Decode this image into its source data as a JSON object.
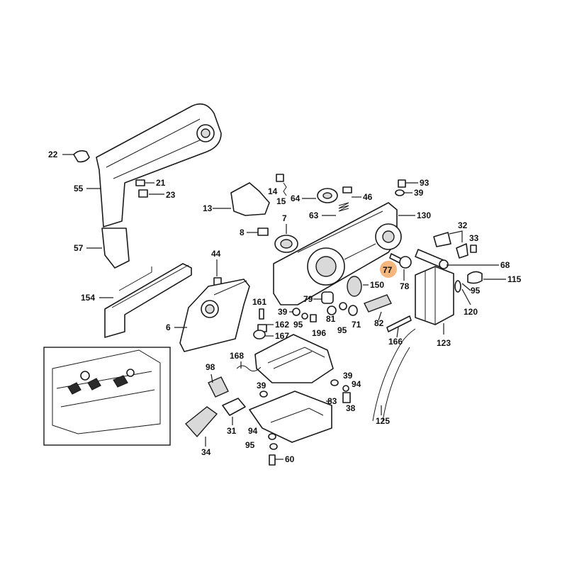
{
  "highlight": {
    "label": "77",
    "color": "#f5b77d"
  },
  "labels": {
    "l22": "22",
    "l55": "55",
    "l21": "21",
    "l23": "23",
    "l57": "57",
    "l154": "154",
    "l13": "13",
    "l14": "14",
    "l15": "15",
    "l8": "8",
    "l7": "7",
    "l44": "44",
    "l6": "6",
    "l64": "64",
    "l46": "46",
    "l93": "93",
    "l39a": "39",
    "l63": "63",
    "l130": "130",
    "l32": "32",
    "l33": "33",
    "l68": "68",
    "l115": "115",
    "l95a": "95",
    "l120": "120",
    "l78": "78",
    "l150": "150",
    "l79": "79",
    "l81": "81",
    "l95b": "95",
    "l71": "71",
    "l82": "82",
    "l166": "166",
    "l123": "123",
    "l161": "161",
    "l39b": "39",
    "l95c": "95",
    "l196": "196",
    "l162": "162",
    "l167": "167",
    "l168": "168",
    "l98": "98",
    "l39c": "39",
    "l31": "31",
    "l34": "34",
    "l94a": "94",
    "l95d": "95",
    "l60": "60",
    "l83": "83",
    "l39d": "39",
    "l94b": "94",
    "l38": "38",
    "l125": "125"
  }
}
